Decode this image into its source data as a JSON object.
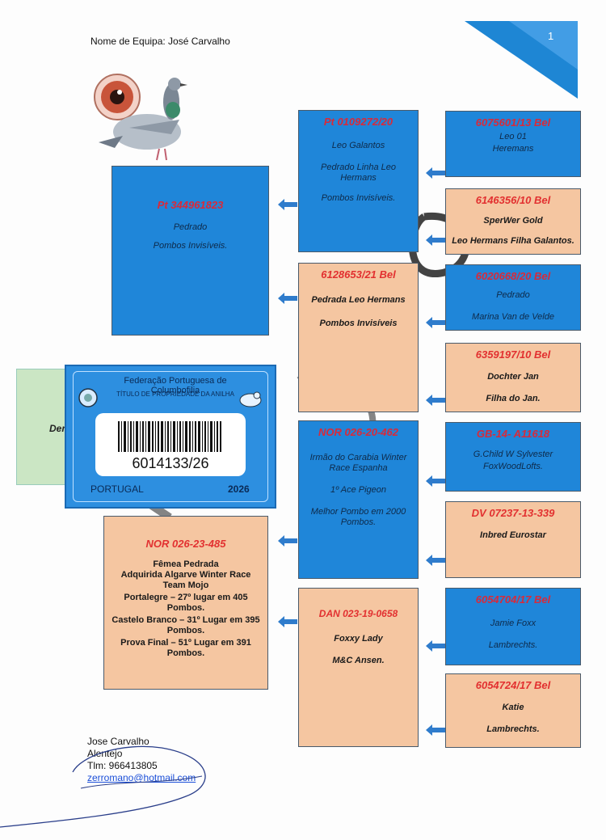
{
  "header": {
    "team_label": "Nome de Equipa: José Carvalho",
    "page_number": "1"
  },
  "colors": {
    "blue": "#1f86d9",
    "tan": "#f5c6a1",
    "ring_red": "#e23030"
  },
  "gen1": {
    "sire": {
      "ring": "Pt 344961823",
      "lines": [
        "Pedrado",
        "Pombos Invisíveis."
      ]
    },
    "dam": {
      "ring": "NOR 026-23-485",
      "lines": [
        "Fêmea Pedrada",
        "Adquirida Algarve Winter Race Team Mojo",
        "Portalegre – 27º lugar em 405 Pombos.",
        "Castelo Branco – 31º Lugar em 395 Pombos.",
        "Prova Final – 51º Lugar em 391 Pombos."
      ]
    }
  },
  "gen2": [
    {
      "ring": "Pt 0109272/20",
      "lines": [
        "Leo Galantos",
        "Pedrado Linha Leo Hermans",
        "Pombos Invisíveis."
      ]
    },
    {
      "ring": "6128653/21 Bel",
      "lines": [
        "Pedrada Leo Hermans",
        "Pombos Invisíveis"
      ]
    },
    {
      "ring": "NOR 026-20-462",
      "lines": [
        "Irmão do Carabia Winter Race Espanha",
        "1º Ace Pigeon",
        "Melhor Pombo em 2000 Pombos."
      ]
    },
    {
      "ring": "DAN 023-19-0658",
      "lines": [
        "Foxxy Lady",
        "M&C Ansen."
      ]
    }
  ],
  "gen3": [
    {
      "ring": "6075601/13 Bel",
      "lines": [
        "Leo 01",
        "Heremans"
      ]
    },
    {
      "ring": "6146356/10 Bel",
      "lines": [
        "SperWer Gold",
        "Leo Hermans Filha Galantos."
      ]
    },
    {
      "ring": "6020668/20 Bel",
      "lines": [
        "Pedrado",
        "Marina Van de Velde"
      ]
    },
    {
      "ring": "6359197/10 Bel",
      "lines": [
        "Dochter Jan",
        "Filha do Jan."
      ]
    },
    {
      "ring": "GB-14- A11618",
      "lines": [
        "G.Child W Sylvester",
        "FoxWoodLofts."
      ]
    },
    {
      "ring": "DV 07237-13-339",
      "lines": [
        "Inbred Eurostar"
      ]
    },
    {
      "ring": "6054704/17 Bel",
      "lines": [
        "Jamie Foxx",
        "Lambrechts."
      ]
    },
    {
      "ring": "6054724/17 Bel",
      "lines": [
        "Katie",
        "Lambrechts."
      ]
    }
  ],
  "card": {
    "federation": "Federação Portuguesa de Columbofilia",
    "subtitle": "TÍTULO DE PROPRIEDADE DA ANILHA",
    "ring_number": "6014133/26",
    "country": "PORTUGAL",
    "year": "2026"
  },
  "green_partial": "Der",
  "contact": {
    "name": "Jose Carvalho",
    "region": "Alentejo",
    "phone": "Tlm: 966413805",
    "email": "zerromano@hotmail.com"
  }
}
